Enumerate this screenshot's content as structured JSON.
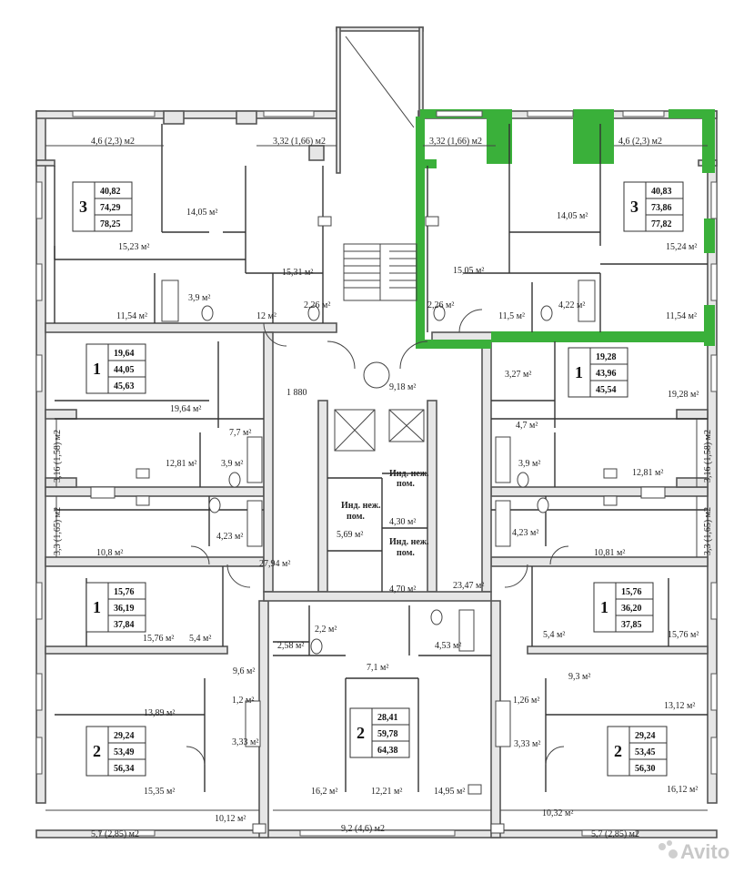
{
  "apartments": [
    {
      "rooms": "3",
      "areas": [
        "40,82",
        "74,29",
        "78,25"
      ]
    },
    {
      "rooms": "3",
      "areas": [
        "40,83",
        "73,86",
        "77,82"
      ]
    },
    {
      "rooms": "1",
      "areas": [
        "19,64",
        "44,05",
        "45,63"
      ]
    },
    {
      "rooms": "1",
      "areas": [
        "19,28",
        "43,96",
        "45,54"
      ]
    },
    {
      "rooms": "1",
      "areas": [
        "15,76",
        "36,19",
        "37,84"
      ]
    },
    {
      "rooms": "1",
      "areas": [
        "15,76",
        "36,20",
        "37,85"
      ]
    },
    {
      "rooms": "2",
      "areas": [
        "29,24",
        "53,49",
        "56,34"
      ]
    },
    {
      "rooms": "2",
      "areas": [
        "28,41",
        "59,78",
        "64,38"
      ]
    },
    {
      "rooms": "2",
      "areas": [
        "29,24",
        "53,45",
        "56,30"
      ]
    }
  ],
  "room_labels": [
    "4,6 (2,3) м2",
    "3,32 (1,66) м2",
    "3,32 (1,66) м2",
    "4,6 (2,3) м2",
    "14,05 м²",
    "14,05 м²",
    "15,23 м²",
    "15,24 м²",
    "15,31 м²",
    "15,05 м²",
    "3,9 м²",
    "4,22 м²",
    "2,26 м²",
    "2,26 м²",
    "11,54 м²",
    "12 м²",
    "11,5 м²",
    "11,54 м²",
    "19,64 м²",
    "1 880",
    "9,18 м²",
    "3,27 м²",
    "19,28 м²",
    "7,7 м²",
    "4,7 м²",
    "12,81 м²",
    "3,9 м²",
    "3,9 м²",
    "12,81 м²",
    "3,16 (1,58) м2",
    "3,16 (1,58) м2",
    "4,23 м²",
    "4,23 м²",
    "10,8 м²",
    "10,81 м²",
    "3,3 (1,65) м2",
    "3,3 (1,65) м2",
    "27,94 м²",
    "5,69 м²",
    "4,30 м²",
    "4,70 м²",
    "23,47 м²",
    "15,76 м²",
    "5,4 м²",
    "5,4 м²",
    "15,76 м²",
    "2,58 м²",
    "2,2 м²",
    "4,53 м²",
    "7,1 м²",
    "9,6 м²",
    "9,3 м²",
    "13,89 м²",
    "13,12 м²",
    "1,2 м²",
    "1,26 м²",
    "3,33 м²",
    "3,33 м²",
    "15,35 м²",
    "16,2 м²",
    "12,21 м²",
    "14,95 м²",
    "16,12 м²",
    "10,12 м²",
    "10,32 м²",
    "5,7 (2,85) м2",
    "9,2 (4,6) м2",
    "5,7 (2,85) м2"
  ],
  "service_rooms": [
    [
      "Инд. неж.",
      "пом."
    ],
    [
      "Инд. неж.",
      "пом."
    ],
    [
      "Инд. неж.",
      "пом."
    ]
  ],
  "watermark": "Avito",
  "colors": {
    "highlight": "#3ab03a"
  }
}
